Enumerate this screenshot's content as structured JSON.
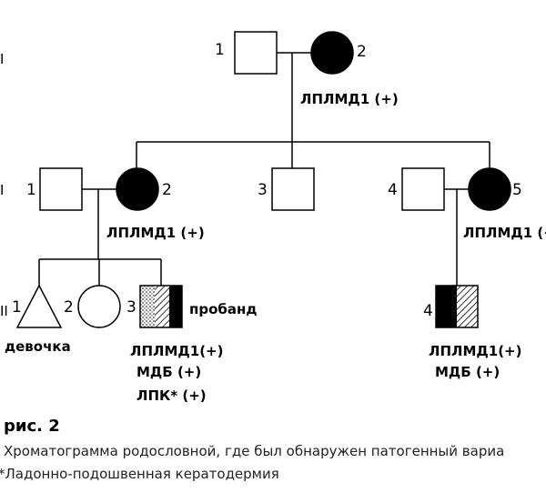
{
  "generations": {
    "g1": "I",
    "g2": "I",
    "g3": "II"
  },
  "people": {
    "i1": {
      "number": "1"
    },
    "i2": {
      "number": "2",
      "note": "ЛПЛМД1 (+)"
    },
    "ii1": {
      "number": "1"
    },
    "ii2": {
      "number": "2",
      "note": "ЛПЛМД1 (+)"
    },
    "ii3": {
      "number": "3"
    },
    "ii4": {
      "number": "4"
    },
    "ii5": {
      "number": "5",
      "note": "ЛПЛМД1 (+"
    },
    "iii1": {
      "number": "1",
      "note": "девочка"
    },
    "iii2": {
      "number": "2"
    },
    "iii3": {
      "number": "3",
      "note": "пробанд",
      "lines": [
        "ЛПЛМД1(+)",
        "МДБ (+)",
        "ЛПК* (+)"
      ]
    },
    "iii4": {
      "number": "4",
      "lines": [
        "ЛПЛМД1(+)",
        "МДБ (+)"
      ]
    }
  },
  "caption": {
    "title": "рис. 2",
    "line1": "Хроматограмма родословной, где был обнаружен патогенный вариа",
    "line2": "*Ладонно-подошвенная кератодермия"
  }
}
